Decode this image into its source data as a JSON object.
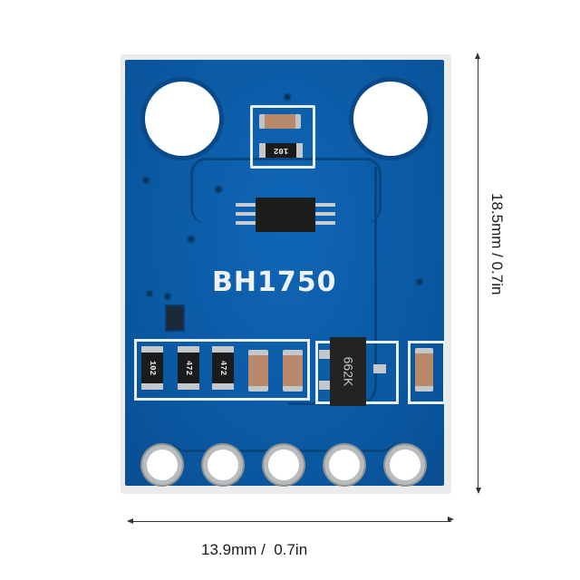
{
  "product": {
    "name": "BH1750",
    "board_label": "BH1750",
    "board_color": "#0b5ba6"
  },
  "components": {
    "top_resistor_marking": "102",
    "bottom_row_resistors": [
      "102",
      "472",
      "472"
    ],
    "transistor_marking": "662K",
    "pin_count": 5,
    "mounting_holes": 2
  },
  "dimensions": {
    "width_label": "13.9mm /  0.7in",
    "height_label": "18.5mm / 0.7in"
  }
}
